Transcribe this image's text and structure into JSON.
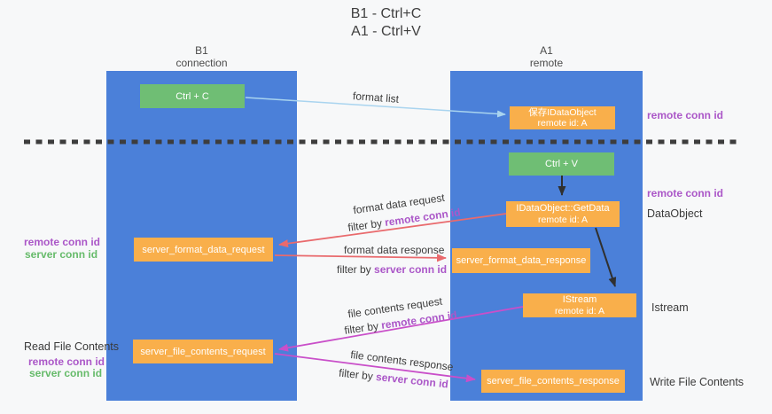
{
  "title": {
    "line1": "B1 - Ctrl+C",
    "line2": "A1 - Ctrl+V"
  },
  "lanes": {
    "left": {
      "title": "B1",
      "subtitle": "connection"
    },
    "right": {
      "title": "A1",
      "subtitle": "remote"
    }
  },
  "nodes": {
    "ctrl_c": {
      "label": "Ctrl + C"
    },
    "ctrl_v": {
      "label": "Ctrl + V"
    },
    "saved_dataobject": {
      "line1": "保存IDataObject",
      "line2": "remote id: A"
    },
    "getdata": {
      "line1": "IDataObject::GetData",
      "line2": "remote id: A"
    },
    "istream": {
      "line1": "IStream",
      "line2": "remote id: A"
    },
    "format_request": {
      "label": "server_format_data_request"
    },
    "format_response": {
      "label": "server_format_data_response"
    },
    "file_request": {
      "label": "server_file_contents_request"
    },
    "file_response": {
      "label": "server_file_contents_response"
    }
  },
  "edge_labels": {
    "format_list": "format list",
    "format_data_request": "format data request",
    "format_data_request_filter_prefix": "filter by",
    "format_data_request_filter_key": "remote conn id",
    "format_data_response": "format data response",
    "format_data_response_filter_prefix": "filter by",
    "format_data_response_filter_key": "server conn id",
    "file_contents_request": "file contents request",
    "file_contents_request_filter_prefix": "filter by",
    "file_contents_request_filter_key": "remote conn id",
    "file_contents_response": "file contents response",
    "file_contents_response_filter_prefix": "filter by",
    "file_contents_response_filter_key": "server conn id"
  },
  "side_notes": {
    "right_top_conn": "remote conn id",
    "right_mid_conn": "remote conn id",
    "dataobject": "DataObject",
    "istream": "Istream",
    "write_file": "Write File Contents",
    "left_mid_remote": "remote conn id",
    "left_mid_server": "server conn id",
    "read_file": "Read File Contents",
    "left_bottom_remote": "remote conn id",
    "left_bottom_server": "server conn id"
  },
  "colors": {
    "lane_blue": "#4b80d9",
    "node_green": "#6fbe74",
    "node_orange": "#f9af4b",
    "purple_text": "#ab57c8",
    "green_text": "#66bb6a",
    "red_arrow": "#e96a6d",
    "magenta_arrow": "#c94fc9",
    "blue_arrow": "#a9d4ef",
    "black_arrow": "#303030",
    "dashed_line": "#3d3d3d"
  }
}
